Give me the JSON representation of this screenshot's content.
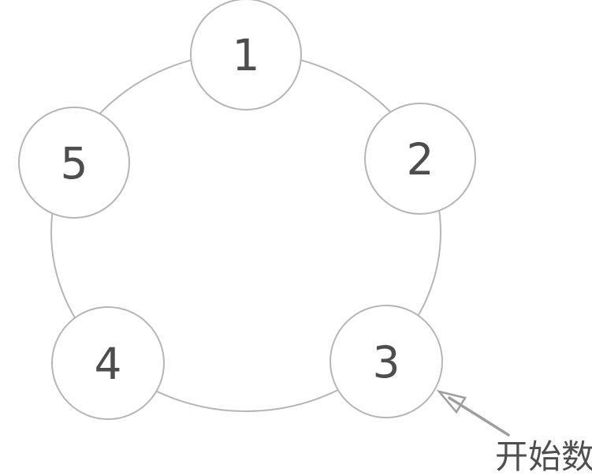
{
  "diagram": {
    "type": "circular-node-ring",
    "nodes": [
      {
        "label": "1"
      },
      {
        "label": "2"
      },
      {
        "label": "3"
      },
      {
        "label": "4"
      },
      {
        "label": "5"
      }
    ],
    "annotation": {
      "label": "开始数",
      "points_to_node": "3"
    }
  },
  "colors": {
    "line_color": "#b6b6b6",
    "number_color": "#4d4d4d",
    "arrow_color": "#9e9e9e",
    "annotation_color": "#4f4f4f",
    "bg_color": "#ffffff"
  }
}
